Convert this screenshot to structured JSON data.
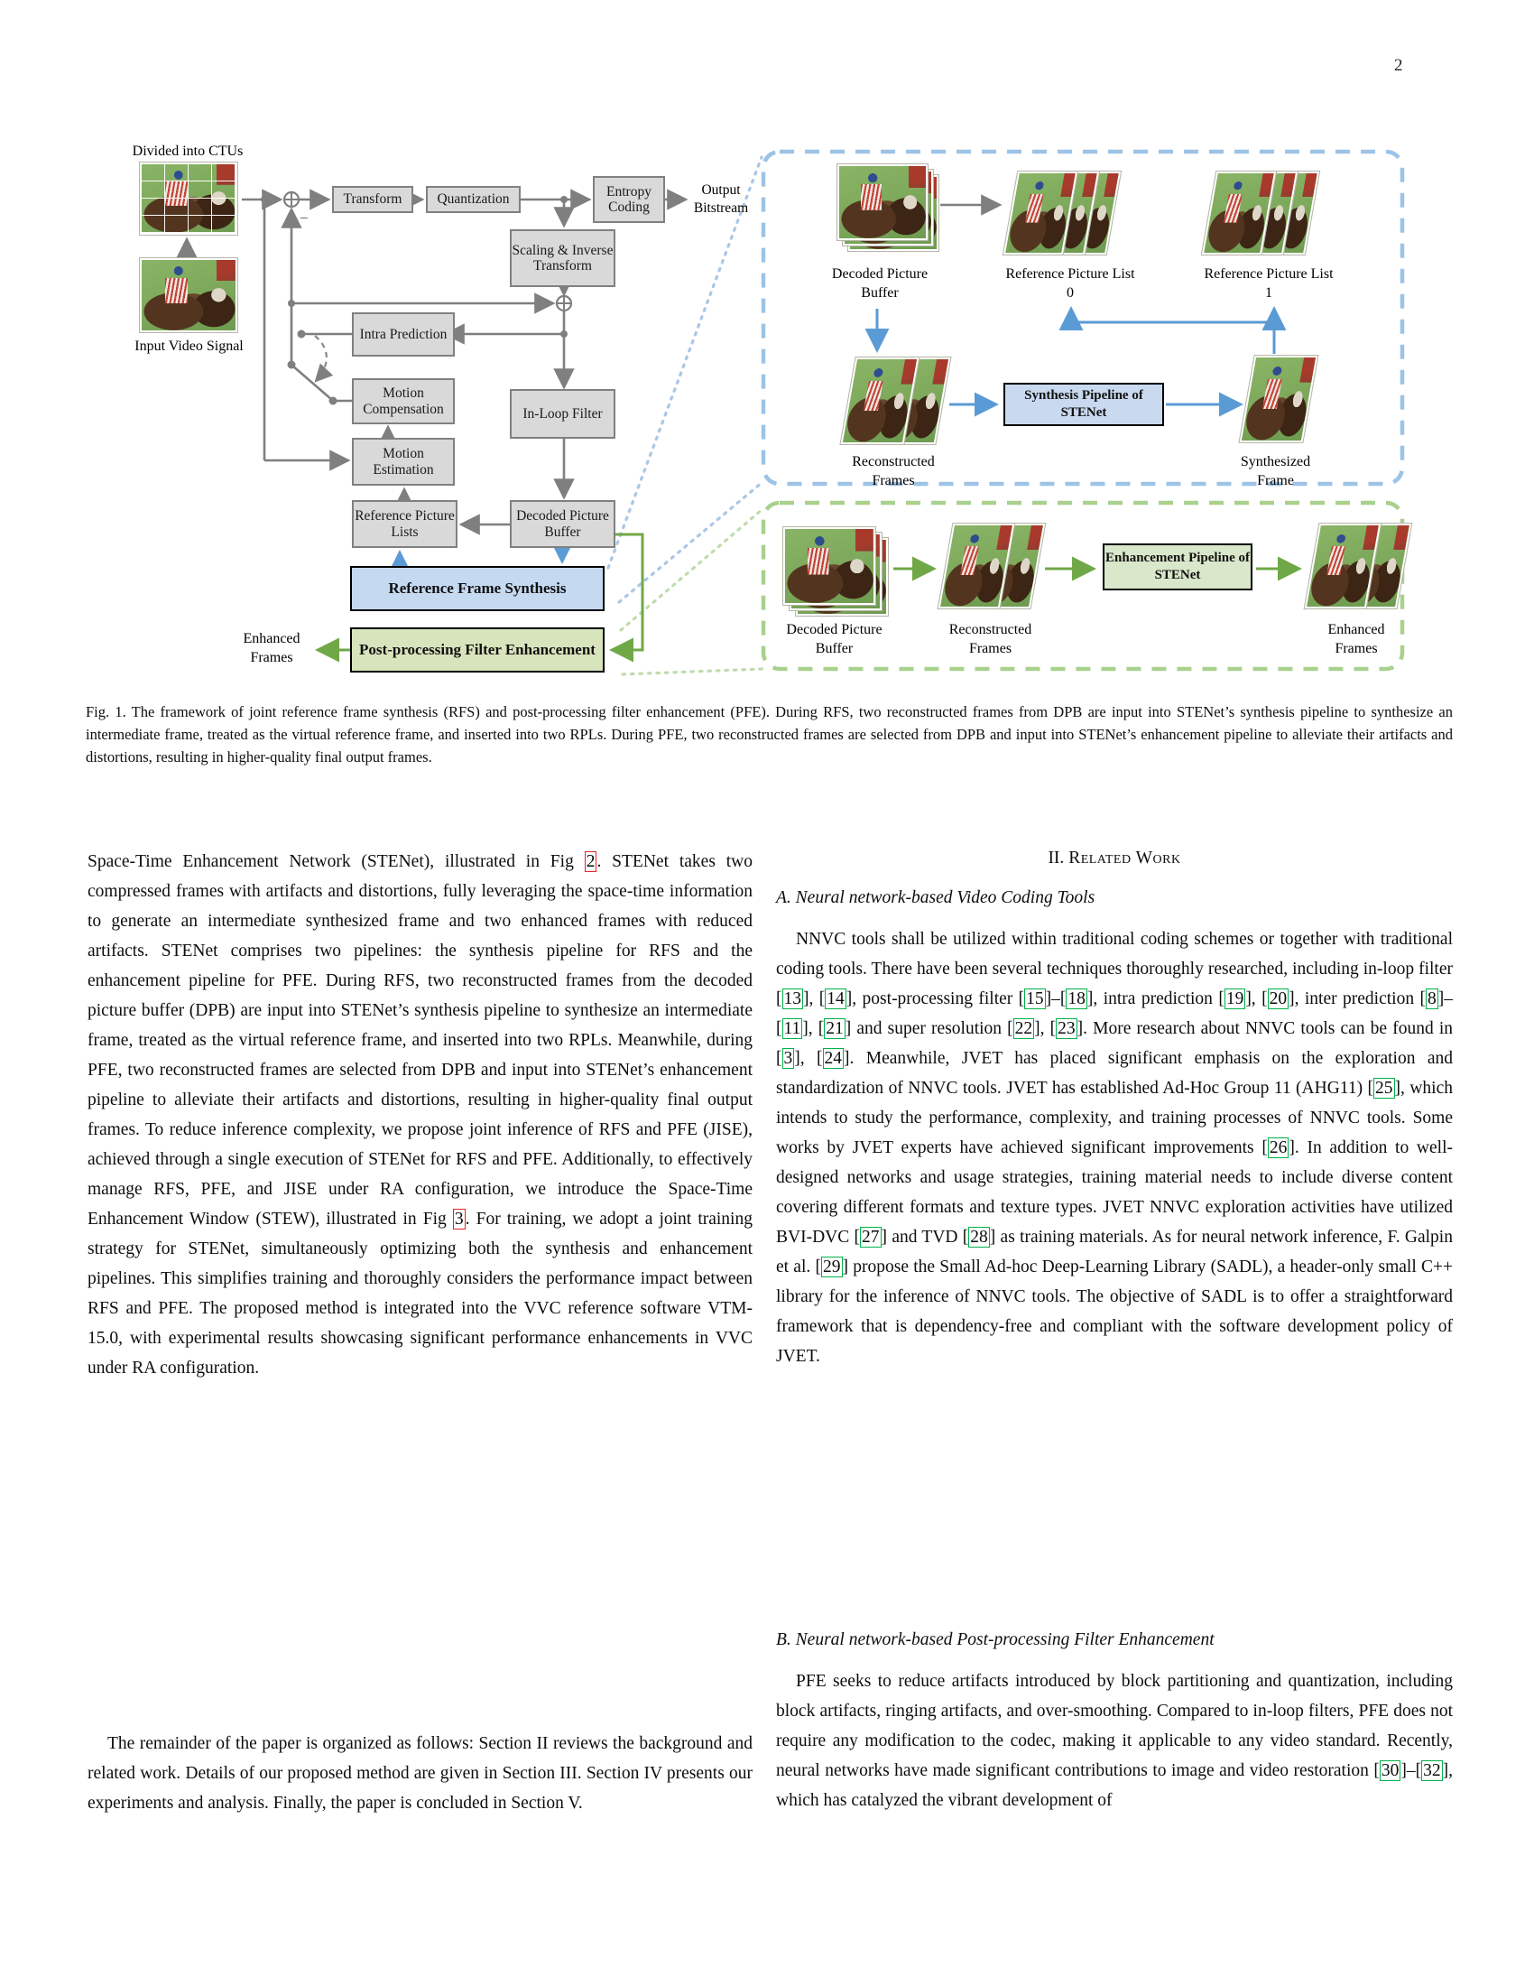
{
  "page": {
    "number": "2"
  },
  "colors": {
    "block_fill": "#d9d9d9",
    "block_border": "#808080",
    "rfs_fill": "#c5d9f1",
    "pfe_fill": "#d8e4bc",
    "dash_blue": "#9dc3e6",
    "dash_green": "#a9d18e",
    "arrow_gray": "#7f7f7f",
    "arrow_blue": "#5b9bd5",
    "arrow_green": "#71a847",
    "cite_box": "#00b14a",
    "figref_box": "#e3242b"
  },
  "figure": {
    "divided_label": "Divided into CTUs",
    "input_label": "Input Video Signal",
    "minus": "−",
    "output_bitstream": "Output Bitstream",
    "enhanced_frames_left": "Enhanced Frames",
    "blocks": {
      "transform": "Transform",
      "quantization": "Quantization",
      "entropy": "Entropy Coding",
      "scaling": "Scaling & Inverse Transform",
      "intra": "Intra Prediction",
      "mc": "Motion Compensation",
      "inloop": "In-Loop Filter",
      "me": "Motion Estimation",
      "rpl": "Reference Picture Lists",
      "dpb": "Decoded Picture Buffer",
      "rfs": "Reference Frame Synthesis",
      "pfe": "Post-processing Filter Enhancement"
    },
    "top_box": {
      "dpb": "Decoded Picture Buffer",
      "rpl0": "Reference Picture List 0",
      "rpl1": "Reference Picture List 1",
      "recon": "Reconstructed Frames",
      "synth_pipeline": "Synthesis Pipeline of STENet",
      "synthesized": "Synthesized Frame"
    },
    "bottom_box": {
      "dpb": "Decoded Picture Buffer",
      "recon": "Reconstructed Frames",
      "enh_pipeline": "Enhancement Pipeline of STENet",
      "enhanced": "Enhanced Frames"
    },
    "caption": "Fig. 1.   The framework of joint reference frame synthesis (RFS) and post-processing filter enhancement (PFE). During RFS, two reconstructed frames from DPB are input into STENet’s synthesis pipeline to synthesize an intermediate frame, treated as the virtual reference frame, and inserted into two RPLs. During PFE, two reconstructed frames are selected from DPB and input into STENet’s enhancement pipeline to alleviate their artifacts and distortions, resulting in higher-quality final output frames."
  },
  "body": {
    "left": {
      "para1": [
        {
          "t": "Space-Time Enhancement Network (STENet), illustrated in Fig "
        },
        {
          "t": "2",
          "box": "red"
        },
        {
          "t": ". STENet takes two compressed frames with artifacts and distortions, fully leveraging the space-time information to generate an intermediate synthesized frame and two enhanced frames with reduced artifacts. STENet comprises two pipelines: the synthesis pipeline for RFS and the enhancement pipeline for PFE. During RFS, two reconstructed frames from the decoded picture buffer (DPB) are input into STENet’s synthesis pipeline to synthesize an intermediate frame, treated as the virtual reference frame, and inserted into two RPLs. Meanwhile, during PFE, two reconstructed frames are selected from DPB and input into STENet’s enhancement pipeline to alleviate their artifacts and distortions, resulting in higher-quality final output frames. To reduce inference complexity, we propose joint inference of RFS and PFE (JISE), achieved through a single execution of STENet for RFS and PFE. Additionally, to effectively manage RFS, PFE, and JISE under RA configuration, we introduce the Space-Time Enhancement Window (STEW), illustrated in Fig "
        },
        {
          "t": "3",
          "box": "red"
        },
        {
          "t": ". For training, we adopt a joint training strategy for STENet, simultaneously optimizing both the synthesis and enhancement pipelines. This simplifies training and thoroughly considers the performance impact between RFS and PFE. The proposed method is integrated into the VVC reference software VTM-15.0, with experimental results showcasing significant performance enhancements in VVC under RA configuration."
        }
      ],
      "para2": [
        {
          "t": "The remainder of the paper is organized as follows: Section II reviews the background and related work. Details of our proposed method are given in Section III. Section IV presents our experiments and analysis. Finally, the paper is concluded in Section V."
        }
      ]
    },
    "right": {
      "section": {
        "num": "II.",
        "title": "Related Work"
      },
      "sub_a": "A. Neural network-based Video Coding Tools",
      "para_a": [
        {
          "t": "NNVC tools shall be utilized within traditional coding schemes or together with traditional coding tools. There have been several techniques thoroughly researched, including in-loop filter ["
        },
        {
          "t": "13",
          "box": "green"
        },
        {
          "t": "], ["
        },
        {
          "t": "14",
          "box": "green"
        },
        {
          "t": "], post-processing filter ["
        },
        {
          "t": "15",
          "box": "green"
        },
        {
          "t": "]–["
        },
        {
          "t": "18",
          "box": "green"
        },
        {
          "t": "], intra prediction ["
        },
        {
          "t": "19",
          "box": "green"
        },
        {
          "t": "], ["
        },
        {
          "t": "20",
          "box": "green"
        },
        {
          "t": "], inter prediction ["
        },
        {
          "t": "8",
          "box": "green"
        },
        {
          "t": "]–["
        },
        {
          "t": "11",
          "box": "green"
        },
        {
          "t": "], ["
        },
        {
          "t": "21",
          "box": "green"
        },
        {
          "t": "] and super resolution ["
        },
        {
          "t": "22",
          "box": "green"
        },
        {
          "t": "], ["
        },
        {
          "t": "23",
          "box": "green"
        },
        {
          "t": "]. More research about NNVC tools can be found in ["
        },
        {
          "t": "3",
          "box": "green"
        },
        {
          "t": "], ["
        },
        {
          "t": "24",
          "box": "green"
        },
        {
          "t": "]. Meanwhile, JVET has placed significant emphasis on the exploration and standardization of NNVC tools. JVET has established Ad-Hoc Group 11 (AHG11) ["
        },
        {
          "t": "25",
          "box": "green"
        },
        {
          "t": "], which intends to study the performance, complexity, and training processes of NNVC tools. Some works by JVET experts have achieved significant improvements ["
        },
        {
          "t": "26",
          "box": "green"
        },
        {
          "t": "]. In addition to well-designed networks and usage strategies, training material needs to include diverse content covering different formats and texture types. JVET NNVC exploration activities have utilized BVI-DVC ["
        },
        {
          "t": "27",
          "box": "green"
        },
        {
          "t": "] and TVD ["
        },
        {
          "t": "28",
          "box": "green"
        },
        {
          "t": "] as training materials. As for neural network inference, F. Galpin et al. ["
        },
        {
          "t": "29",
          "box": "green"
        },
        {
          "t": "] propose the Small Ad-hoc Deep-Learning Library (SADL), a header-only small C++ library for the inference of NNVC tools. The objective of SADL is to offer a straightforward framework that is dependency-free and compliant with the software development policy of JVET."
        }
      ],
      "sub_b": "B. Neural network-based Post-processing Filter Enhancement",
      "para_b": [
        {
          "t": "PFE seeks to reduce artifacts introduced by block partitioning and quantization, including block artifacts, ringing artifacts, and over-smoothing. Compared to in-loop filters, PFE does not require any modification to the codec, making it applicable to any video standard. Recently, neural networks have made significant contributions to image and video restoration ["
        },
        {
          "t": "30",
          "box": "green"
        },
        {
          "t": "]–["
        },
        {
          "t": "32",
          "box": "green"
        },
        {
          "t": "], which has catalyzed the vibrant development of"
        }
      ]
    }
  }
}
